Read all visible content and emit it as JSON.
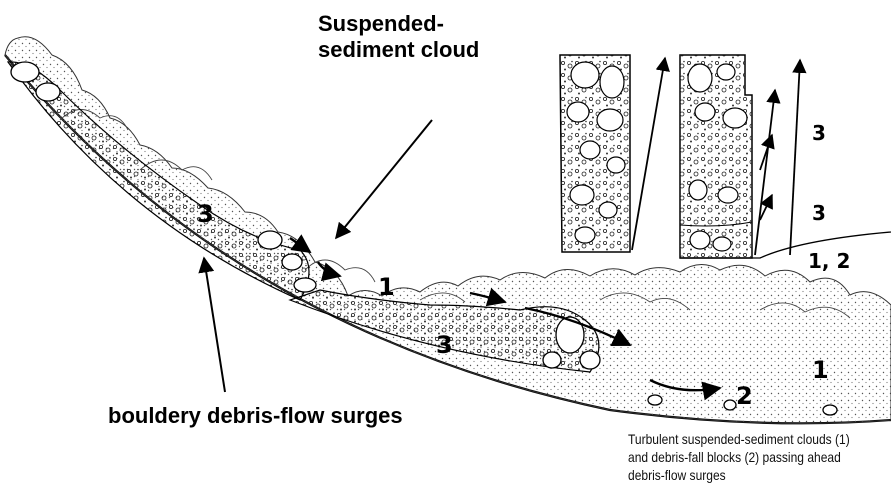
{
  "labels": {
    "suspended_cloud_line1": "Suspended-",
    "suspended_cloud_line2": "sediment cloud",
    "bouldery_surges": "bouldery debris-flow surges"
  },
  "caption": {
    "line1": "Turbulent suspended-sediment clouds (1)",
    "line2": "and debris-fall blocks (2) passing ahead",
    "line3": "debris-flow surges"
  },
  "zone_numbers": {
    "upper_left": "3",
    "middle_cloud": "1",
    "middle_surge": "3",
    "front_cloud": "1",
    "front_blocks": "2"
  },
  "inset_labels": {
    "upper": "3",
    "middle": "3",
    "lower": "1, 2"
  },
  "colors": {
    "ink": "#000000",
    "background": "#ffffff"
  }
}
